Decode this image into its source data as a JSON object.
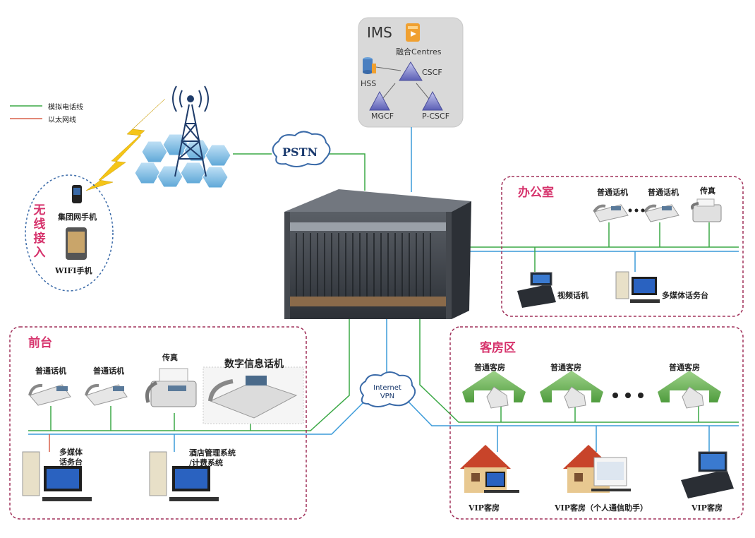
{
  "legend": {
    "analog": "模拟电话线",
    "ethernet": "以太网线"
  },
  "ims": {
    "title": "IMS",
    "centres": "融合Centres",
    "hss": "HSS",
    "cscf": "CSCF",
    "mgcf": "MGCF",
    "pcscf": "P-CSCF"
  },
  "pstn": "PSTN",
  "vpn": {
    "line1": "Internet",
    "line2": "VPN"
  },
  "wireless": {
    "title": [
      "无",
      "线",
      "接",
      "入"
    ],
    "group_phone": "集团网手机",
    "wifi_phone": "WIFI手机"
  },
  "office": {
    "title": "办公室",
    "phone1": "普通话机",
    "phone2": "普通话机",
    "fax": "传真",
    "video_phone": "视频话机",
    "console": "多媒体话务台"
  },
  "front": {
    "title": "前台",
    "phone1": "普通话机",
    "phone2": "普通话机",
    "fax": "传真",
    "digital_phone": "数字信息话机",
    "console_line1": "多媒体",
    "console_line2": "话务台",
    "hotel_sys_line1": "酒店管理系统",
    "hotel_sys_line2": "/计费系统"
  },
  "rooms": {
    "title": "客房区",
    "room1": "普通客房",
    "room2": "普通客房",
    "room3": "普通客房",
    "vip1": "VIP客房",
    "vip2": "VIP客房（个人通信助手）",
    "vip3": "VIP客房"
  },
  "colors": {
    "analog_line": "#3aa845",
    "ethernet_line": "#d9604a",
    "blue_line": "#3a9ad9",
    "section_border": "#a0305a",
    "section_title": "#d6336c"
  }
}
